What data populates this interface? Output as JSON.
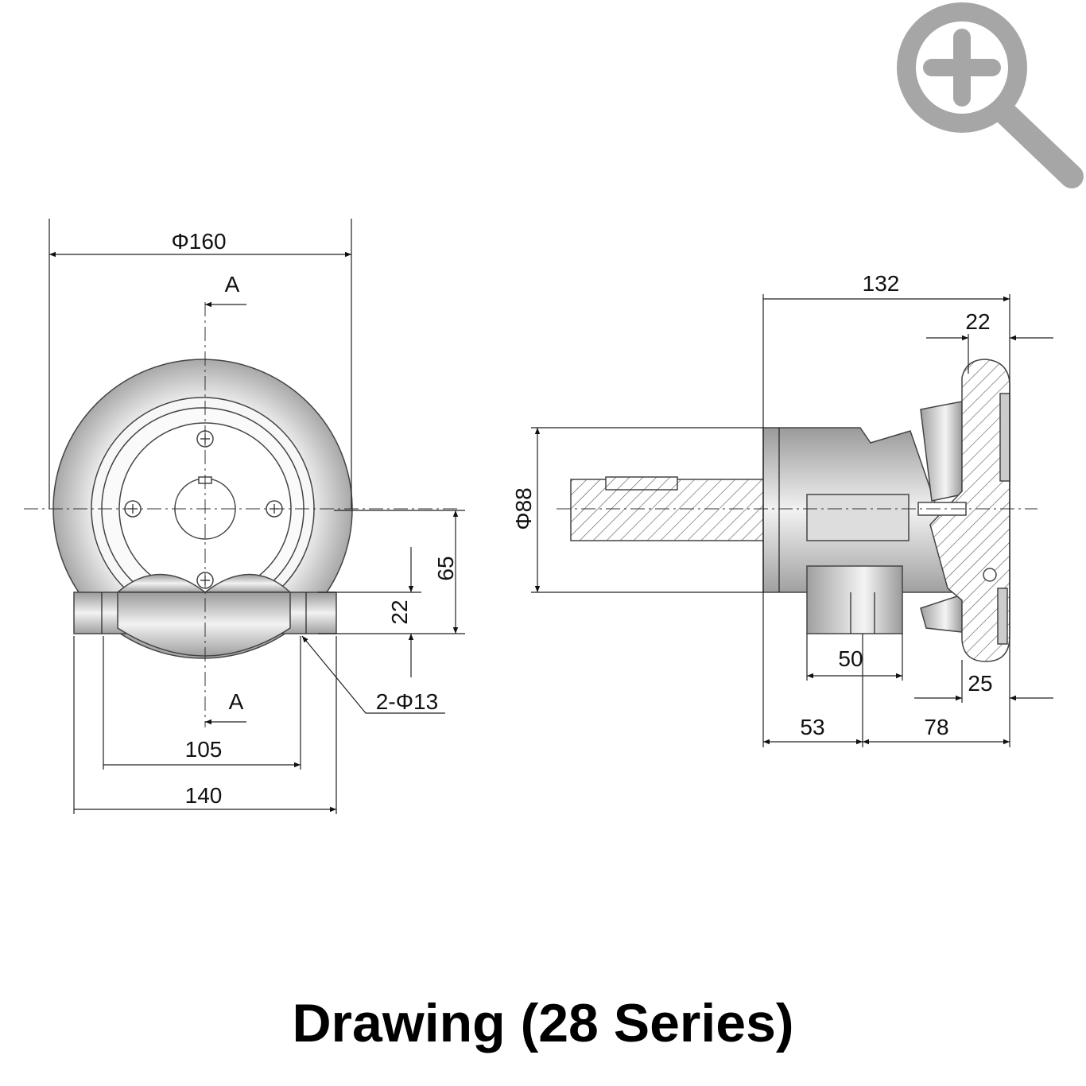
{
  "zoom_button": {
    "icon": "zoom-in-icon"
  },
  "title": "Drawing (28 Series)",
  "colors": {
    "part_fill": "#d0d0d0",
    "icon_gray": "#a6a6a6",
    "line": "#222222"
  },
  "front_view": {
    "section_mark_top": "A",
    "section_mark_bottom": "A",
    "dims": {
      "outer_diameter": "Φ160",
      "height_65": "65",
      "height_22": "22",
      "holes": "2-Φ13",
      "hole_spacing": "105",
      "base_width": "140"
    }
  },
  "side_view": {
    "dims": {
      "overall_length": "132",
      "flange_22": "22",
      "diameter_88": "Φ88",
      "foot_50": "50",
      "flange_25": "25",
      "length_53": "53",
      "length_78": "78"
    }
  }
}
